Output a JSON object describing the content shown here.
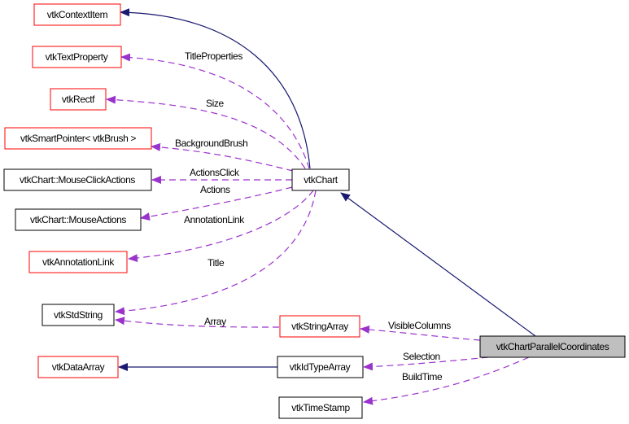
{
  "title": "vtkChartParallelCoordinates collaboration diagram",
  "colors": {
    "inheritance_edge": "#191970",
    "usage_edge": "#9a32cd",
    "undocumented_border": "#ff0000",
    "documented_border": "#000000",
    "focus_fill": "#bfbfbf"
  },
  "nodes": {
    "vtkContextItem": "vtkContextItem",
    "vtkTextProperty": "vtkTextProperty",
    "vtkRectf": "vtkRectf",
    "vtkSmartPointerBrush": "vtkSmartPointer< vtkBrush >",
    "mouseClickActions": "vtkChart::MouseClickActions",
    "mouseActions": "vtkChart::MouseActions",
    "vtkAnnotationLink": "vtkAnnotationLink",
    "vtkStdString": "vtkStdString",
    "vtkDataArray": "vtkDataArray",
    "vtkChart": "vtkChart",
    "vtkStringArray": "vtkStringArray",
    "vtkIdTypeArray": "vtkIdTypeArray",
    "vtkTimeStamp": "vtkTimeStamp",
    "vtkChartParallelCoordinates": "vtkChartParallelCoordinates"
  },
  "edge_labels": {
    "titleProperties": "TitleProperties",
    "size": "Size",
    "backgroundBrush": "BackgroundBrush",
    "actionsClick": "ActionsClick",
    "actions": "Actions",
    "annotationLink": "AnnotationLink",
    "title": "Title",
    "array": "Array",
    "visibleColumns": "VisibleColumns",
    "selection": "Selection",
    "buildTime": "BuildTime"
  }
}
